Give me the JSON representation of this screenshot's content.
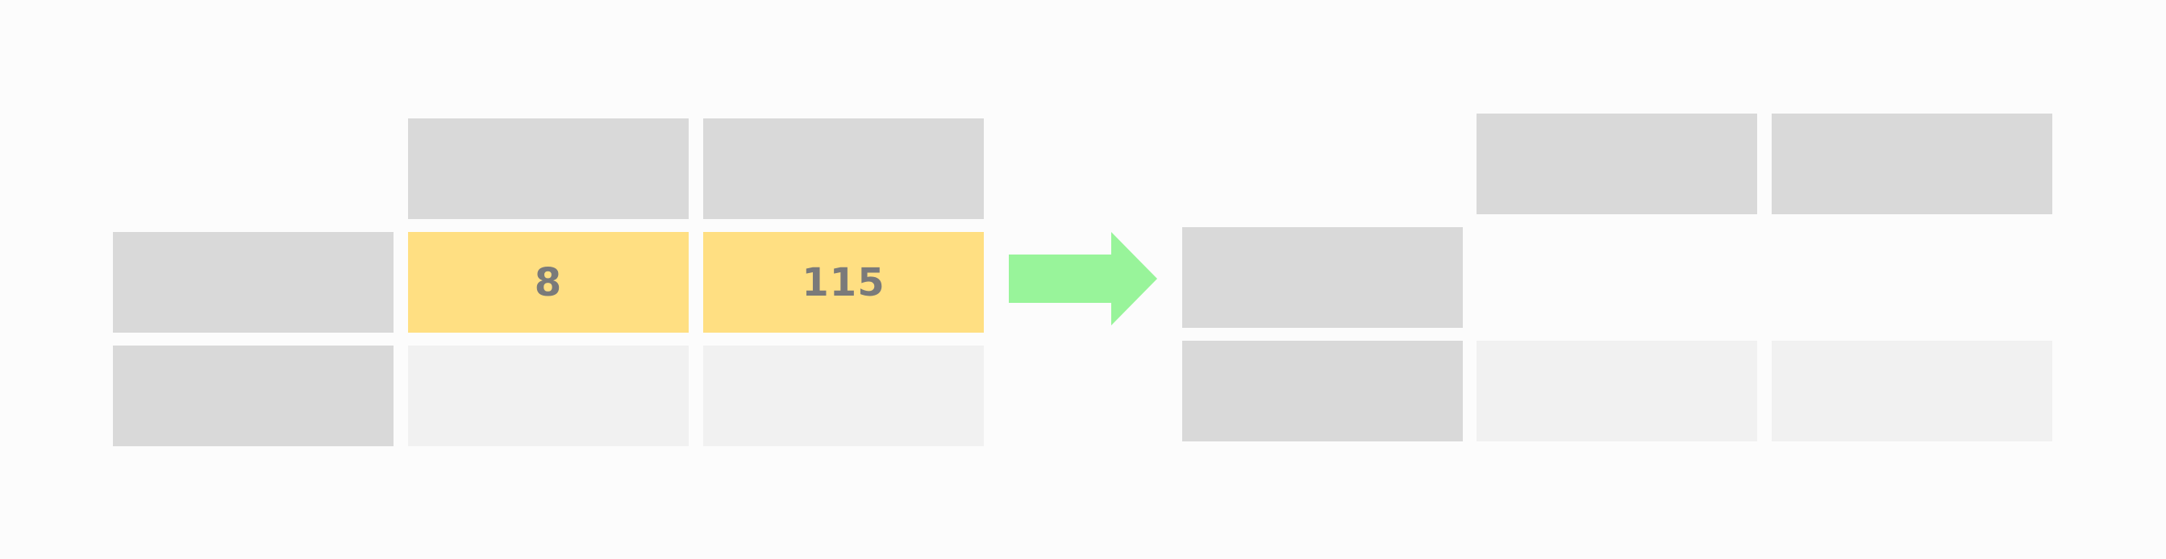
{
  "colors": {
    "background": "#fcfcfc",
    "header_cell": "#d9d9d9",
    "empty_cell": "#f1f1f1",
    "highlight_cell": "#ffdf82",
    "arrow": "#98f49a",
    "value_text": "#7a7a7a"
  },
  "left_table": {
    "highlighted_row": {
      "values": [
        "8",
        "115"
      ]
    }
  },
  "arrow": {
    "icon": "right-arrow-icon",
    "direction": "right"
  },
  "right_table": {
    "highlighted_row_removed": true
  }
}
